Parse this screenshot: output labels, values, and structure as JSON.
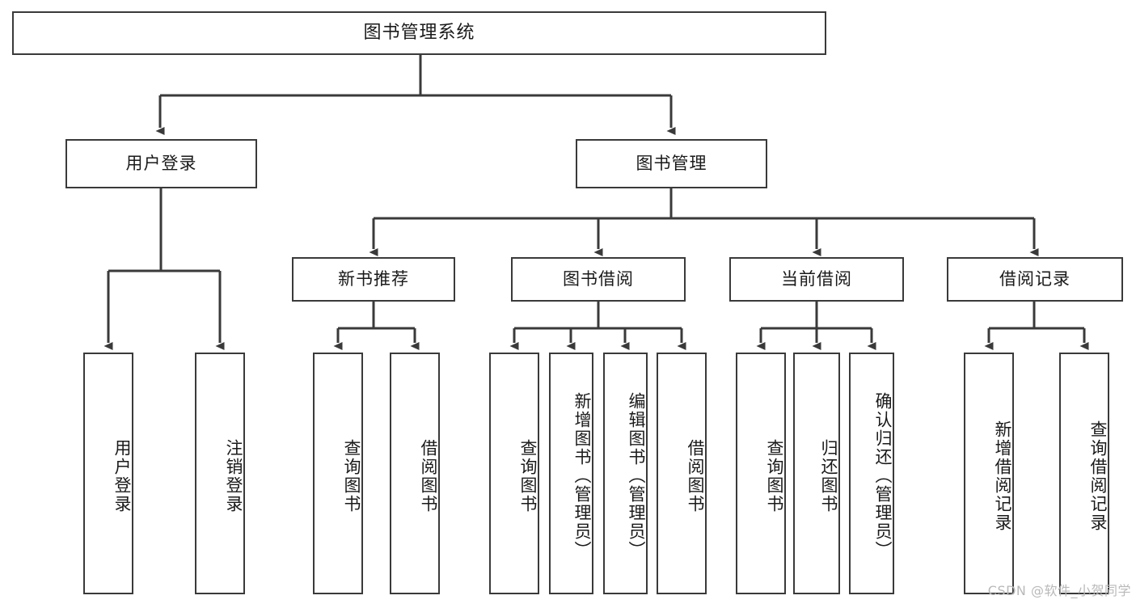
{
  "diagram": {
    "title": "图书管理系统",
    "watermark": "CSDN @软件_小贺同学",
    "line_color": "#3a3a3a",
    "box_border_color": "#3a3a3a",
    "background_color": "#ffffff",
    "text_color": "#1a1a1a",
    "watermark_color": "#b9b9b9"
  },
  "nodes": {
    "root": {
      "label": "图书管理系统"
    },
    "level1": [
      {
        "label": "用户登录"
      },
      {
        "label": "图书管理"
      }
    ],
    "level2": [
      {
        "label": "新书推荐"
      },
      {
        "label": "图书借阅"
      },
      {
        "label": "当前借阅"
      },
      {
        "label": "借阅记录"
      }
    ],
    "leaves": {
      "user_login": [
        {
          "label": "用户登录"
        },
        {
          "label": "注销登录"
        }
      ],
      "new_book_recommend": [
        {
          "label": "查询图书"
        },
        {
          "label": "借阅图书"
        }
      ],
      "book_borrow": [
        {
          "label": "查询图书"
        },
        {
          "label": "新增图书（管理员）"
        },
        {
          "label": "编辑图书（管理员）"
        },
        {
          "label": "借阅图书"
        }
      ],
      "current_borrow": [
        {
          "label": "查询图书"
        },
        {
          "label": "归还图书"
        },
        {
          "label": "确认归还（管理员）"
        }
      ],
      "borrow_records": [
        {
          "label": "新增借阅记录"
        },
        {
          "label": "查询借阅记录"
        }
      ]
    }
  }
}
